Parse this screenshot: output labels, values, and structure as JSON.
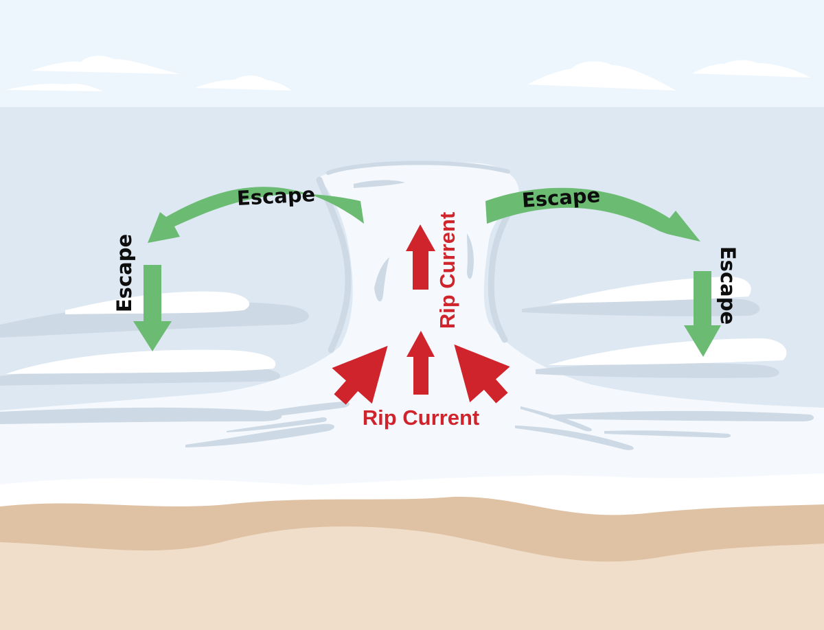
{
  "labels": {
    "escape_top_left": "Escape",
    "escape_side_left": "Escape",
    "escape_top_right": "Escape",
    "escape_side_right": "Escape",
    "rip_current_vertical": "Rip Current",
    "rip_current_horizontal": "Rip Current"
  },
  "colors": {
    "sky": "#eef6fd",
    "sea": "#dde8f3",
    "foam": "#f5f9fd",
    "wave_shadow": "#cdd9e5",
    "wet_sand": "#dfc2a4",
    "dry_sand": "#f0ddca",
    "escape_arrow": "#6bbb72",
    "rip_arrow": "#d0242c",
    "escape_text": "#0d0d0d",
    "rip_text": "#d0242c"
  }
}
